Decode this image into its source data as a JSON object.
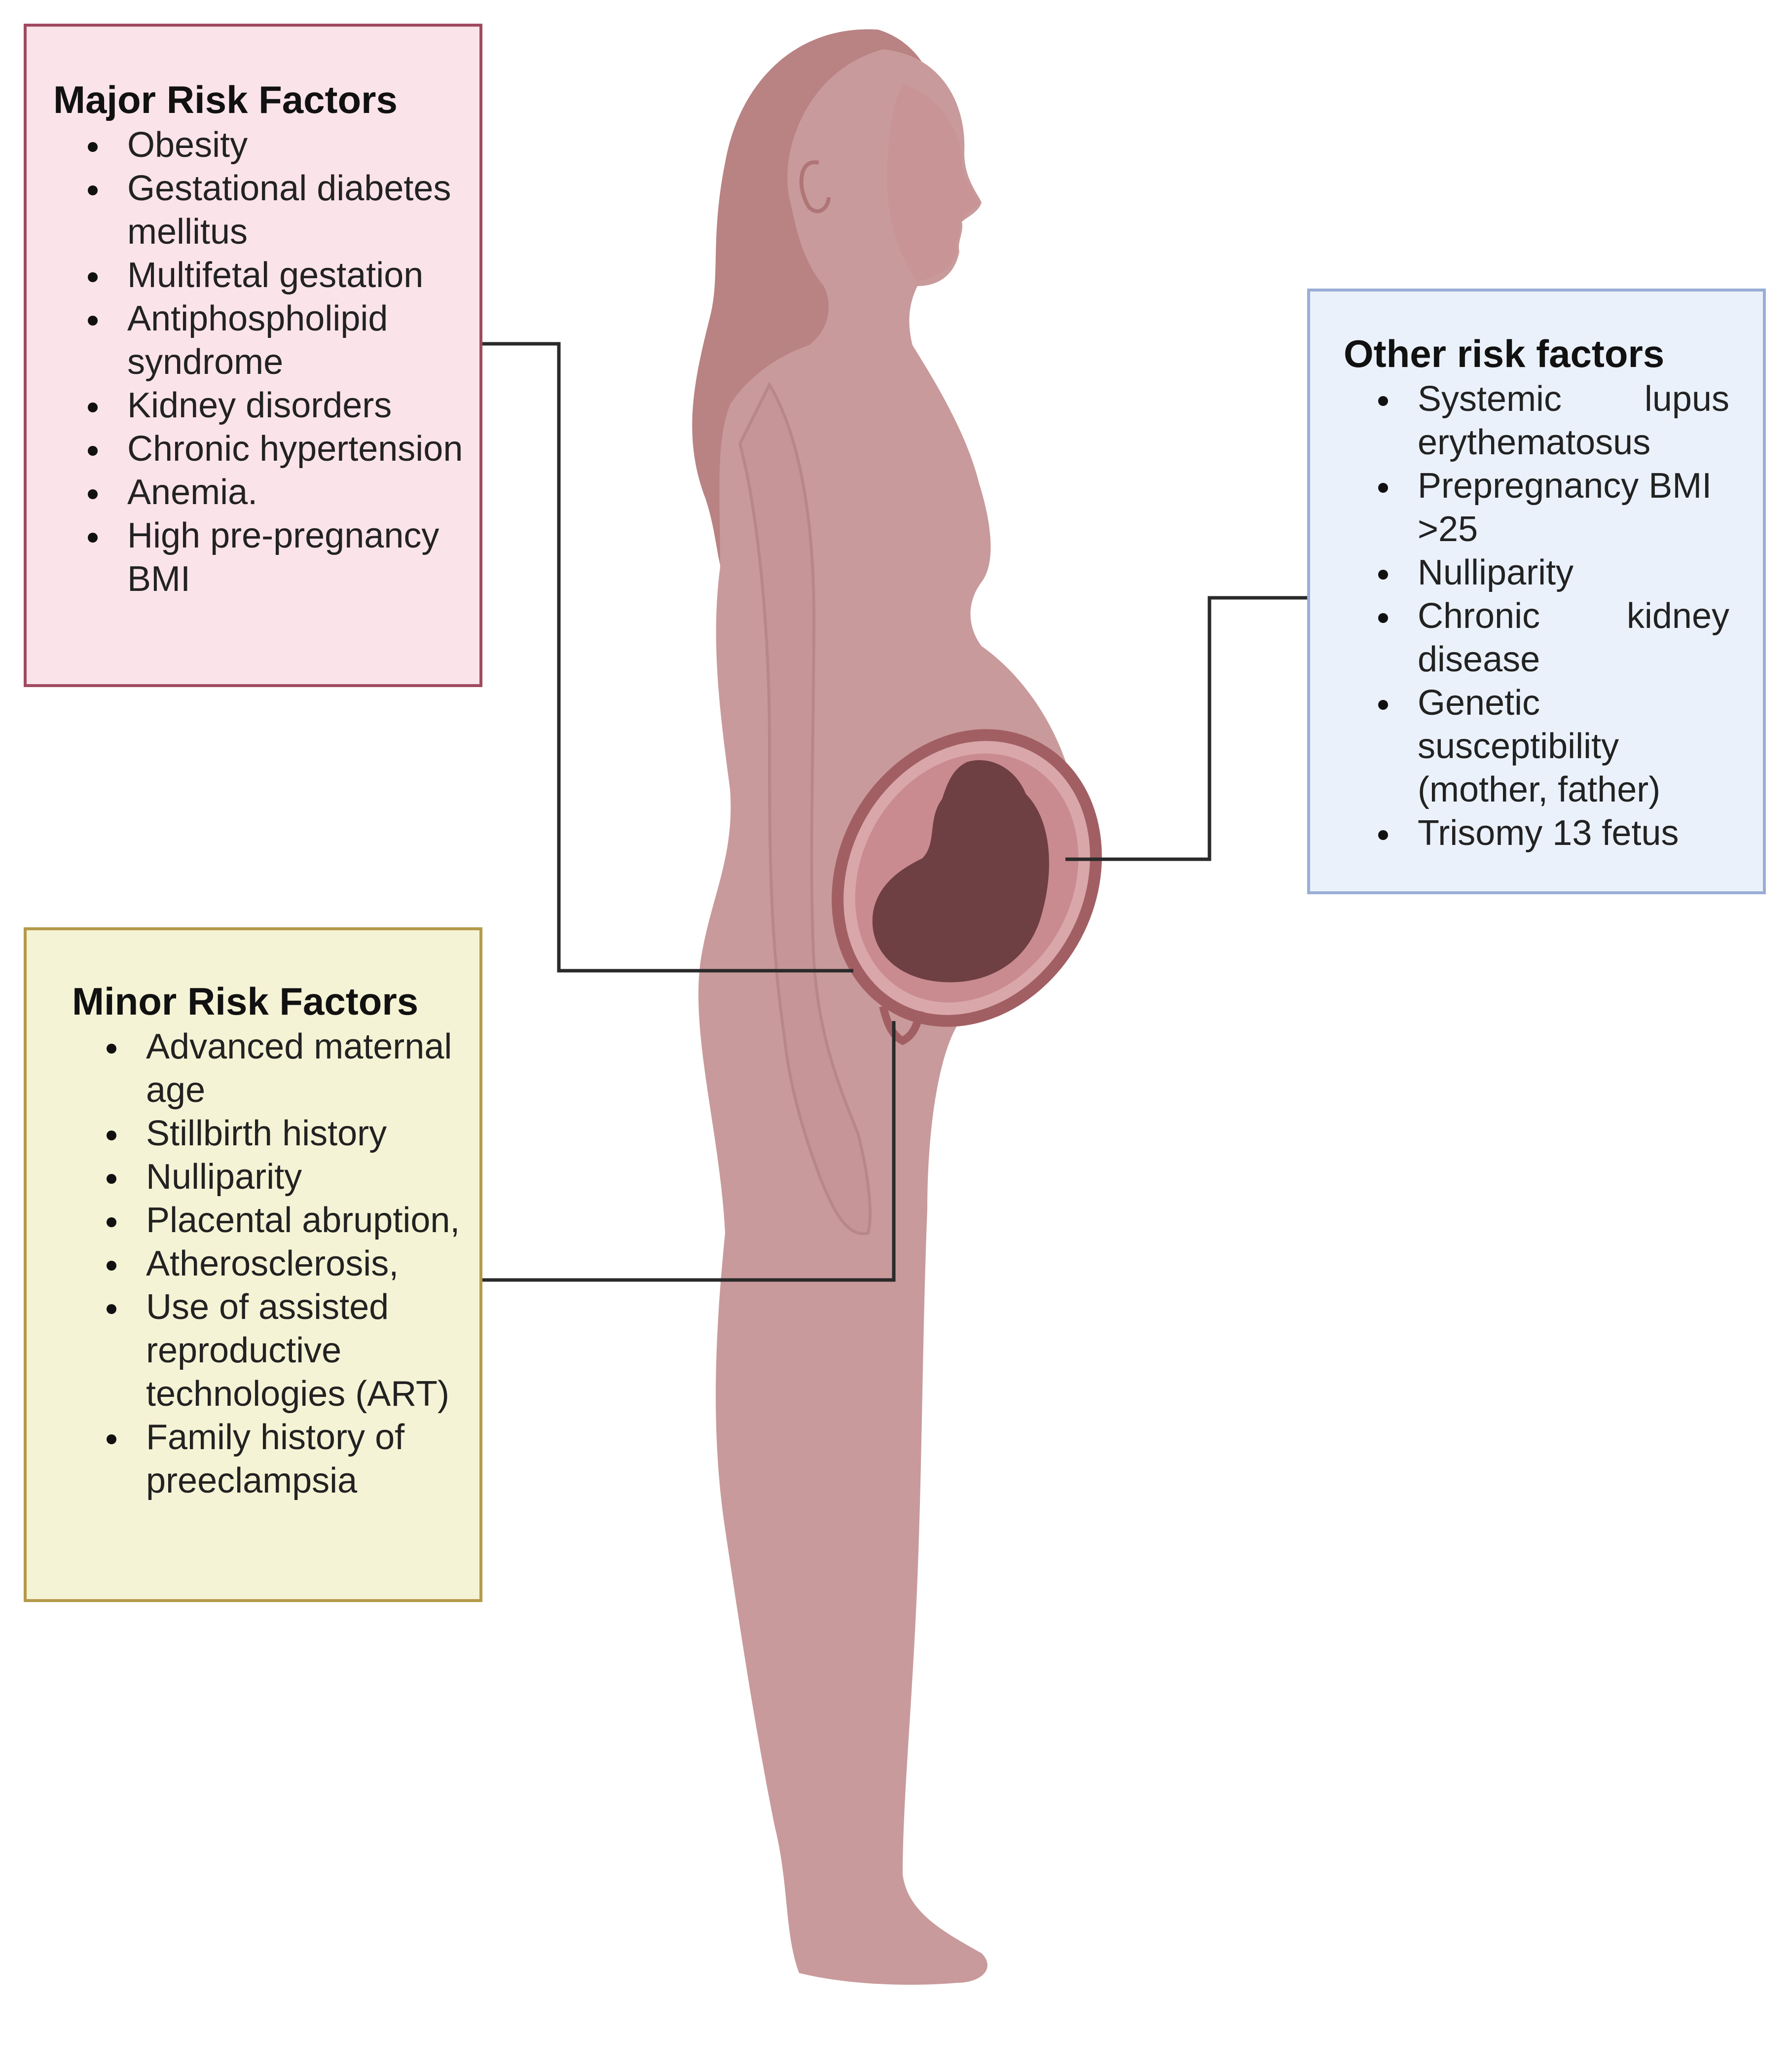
{
  "major": {
    "title": "Major Risk Factors",
    "items": [
      "Obesity",
      "Gestational diabetes mellitus",
      " Multifetal gestation",
      " Antiphospholipid syndrome",
      " Kidney disorders",
      "Chronic hypertension",
      "Anemia.",
      "High pre-pregnancy BMI"
    ]
  },
  "other": {
    "title": "Other risk factors",
    "items": [
      "Systemic lupus erythematosus",
      "Prepregnancy BMI >25",
      "Nulliparity",
      "Chronic kidney disease",
      "Genetic susceptibility (mother, father)",
      "Trisomy 13 fetus"
    ]
  },
  "minor": {
    "title": "Minor Risk Factors",
    "items": [
      "Advanced maternal age",
      " Stillbirth history",
      "Nulliparity",
      "Placental abruption,",
      "Atherosclerosis,",
      "Use of assisted reproductive technologies (ART)",
      "Family history of preeclampsia"
    ]
  },
  "colors": {
    "major_fill": "#fbe3ea",
    "major_border": "#a04a60",
    "other_fill": "#ebf1fb",
    "other_border": "#9aaed6",
    "minor_fill": "#f5f3d5",
    "minor_border": "#b49a4a",
    "body_skin": "#c99a9b",
    "hair": "#b98283",
    "uterus_outline": "#a25f63",
    "fetus": "#6e3f43",
    "connector": "#2a2a2a"
  }
}
